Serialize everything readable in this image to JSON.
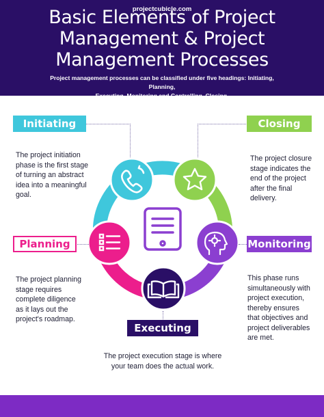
{
  "title_lines": [
    "Basic Elements of Project",
    "Management & Project",
    "Management Processes"
  ],
  "subtitle_lines": [
    "Project management processes can be classified under five headings: Initiating, Planning,",
    "Executing, Monitoring and Controlling, Closing."
  ],
  "stages": {
    "initiating": {
      "label": "Initiating",
      "desc": [
        "The project initiation",
        "phase is the first stage",
        "of turning an abstract",
        "idea into a meaningful",
        "goal."
      ]
    },
    "closing": {
      "label": "Closing",
      "desc": [
        "The project closure",
        "stage indicates the",
        "end of the project",
        "after the final",
        "delivery."
      ]
    },
    "planning": {
      "label": "Planning",
      "desc": [
        "The project planning",
        "stage requires",
        "complete diligence",
        "as it lays out the",
        "project's roadmap."
      ]
    },
    "monitoring": {
      "label": "Monitoring",
      "desc": [
        "This phase runs",
        "simultaneously with",
        "project execution,",
        "thereby ensures",
        "that objectives and",
        "project deliverables",
        "are met."
      ]
    },
    "executing": {
      "label": "Executing",
      "desc": [
        "The project execution stage is where",
        "your team does the actual work."
      ]
    }
  },
  "colors": {
    "header": "#2a0f66",
    "initiating": "#3fc7dc",
    "closing": "#8fd14f",
    "monitoring": "#8b3fd0",
    "planning": "#ec1e8c",
    "executing": "#2a0f66",
    "center_icon": "#8b3fd0",
    "footer": "#7d2bc4"
  },
  "icons": {
    "initiating": "phone-icon",
    "closing": "star-icon",
    "monitoring": "head-gear-icon",
    "planning": "checklist-icon",
    "executing": "open-book-icon",
    "center": "document-tablet-icon"
  },
  "footer": {
    "text": "projectcubicle.com"
  }
}
